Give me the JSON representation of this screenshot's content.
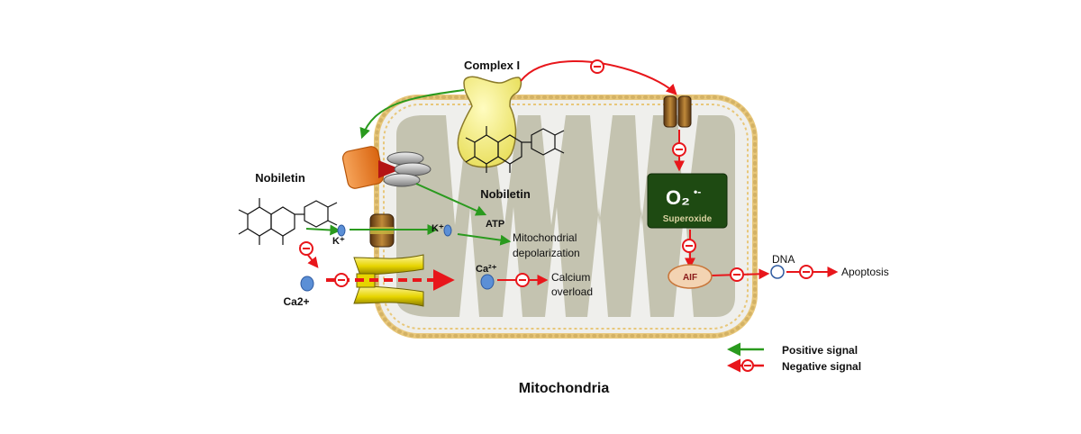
{
  "labels": {
    "complex": "Complex I",
    "nobiletin_left": "Nobiletin",
    "nobiletin_center": "Nobiletin",
    "atp": "ATP",
    "k_left": "K⁺",
    "k_mid": "K⁺",
    "mito_dep_1": "Mitochondrial",
    "mito_dep_2": "depolarization",
    "ca_left": "Ca2+",
    "ca_mid": "Ca²⁺",
    "calcium_1": "Calcium",
    "calcium_2": "overload",
    "superoxide_sym": "O₂",
    "superoxide_dot": "•-",
    "superoxide": "Superoxide",
    "aif": "AIF",
    "dna": "DNA",
    "apoptosis": "Apoptosis",
    "title": "Mitochondria"
  },
  "legend": {
    "positive": "Positive signal",
    "negative": "Negative signal"
  },
  "colors": {
    "positive": "#2a9a1e",
    "negative": "#e8161b",
    "cristae": "#c4c3b0",
    "membrane": "#e8c77a",
    "superoxide_box": "#1e4a12",
    "aif_fill": "#f3d3b2",
    "calcium_dot": "#5b8fd6"
  },
  "icons": {
    "negative_marker": "minus-in-circle",
    "k_channel": "brown-barrel-channel",
    "ca_channel": "yellow-funnel-channel",
    "atp_synthase": "orange-rotor-complex"
  }
}
